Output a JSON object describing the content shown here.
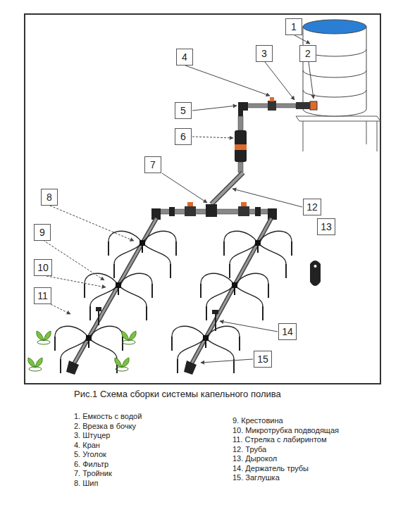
{
  "diagram": {
    "caption": "Рис.1 Схема сборки системы капельного полива",
    "nodes": [
      {
        "text": [
          "1"
        ]
      },
      {
        "text": [
          "4"
        ]
      },
      {
        "text": [
          "3"
        ]
      },
      {
        "text": [
          "2"
        ]
      },
      {
        "text": [
          "5"
        ]
      },
      {
        "text": [
          "6"
        ]
      },
      {
        "text": [
          "7"
        ]
      },
      {
        "text": [
          "12"
        ]
      },
      {
        "text": [
          "8"
        ]
      },
      {
        "text": [
          "13"
        ]
      },
      {
        "text": [
          "9"
        ]
      },
      {
        "text": [
          "10"
        ]
      },
      {
        "text": [
          "11"
        ]
      },
      {
        "text": [
          "14"
        ]
      },
      {
        "text": [
          "15"
        ]
      }
    ],
    "labels": [
      "1. Емкость с водой",
      "2. Врезка в бочку",
      "3. Штуцер",
      "4. Кран",
      "5. Уголок",
      "6. Фильтр",
      "7. Тройник",
      "8. Шип",
      "9. Крестовина",
      "10. Микротрубка подводящая",
      "11. Стрелка с лабиринтом",
      "12. Труба",
      "13. Дырокол",
      "14. Держатель трубы",
      "15. Заглушка"
    ]
  }
}
